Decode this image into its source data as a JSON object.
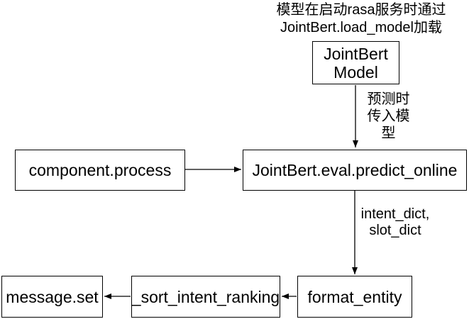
{
  "colors": {
    "background": "#ffffff",
    "node_border": "#000000",
    "node_fill": "#ffffff",
    "arrow": "#000000",
    "text": "#000000"
  },
  "annotations": {
    "load_note": "模型在启动rasa服务时通过\nJointBert.load_model加载",
    "predict_note": "预测时\n传入模\n型",
    "output_note": "intent_dict,\nslot_dict"
  },
  "nodes": {
    "jointbert_model": "JointBert\nModel",
    "component_process": "component.process",
    "predict_online": "JointBert.eval.predict_online",
    "format_entity": "format_entity",
    "sort_intent_ranking": "_sort_intent_ranking",
    "message_set": "message.set"
  }
}
